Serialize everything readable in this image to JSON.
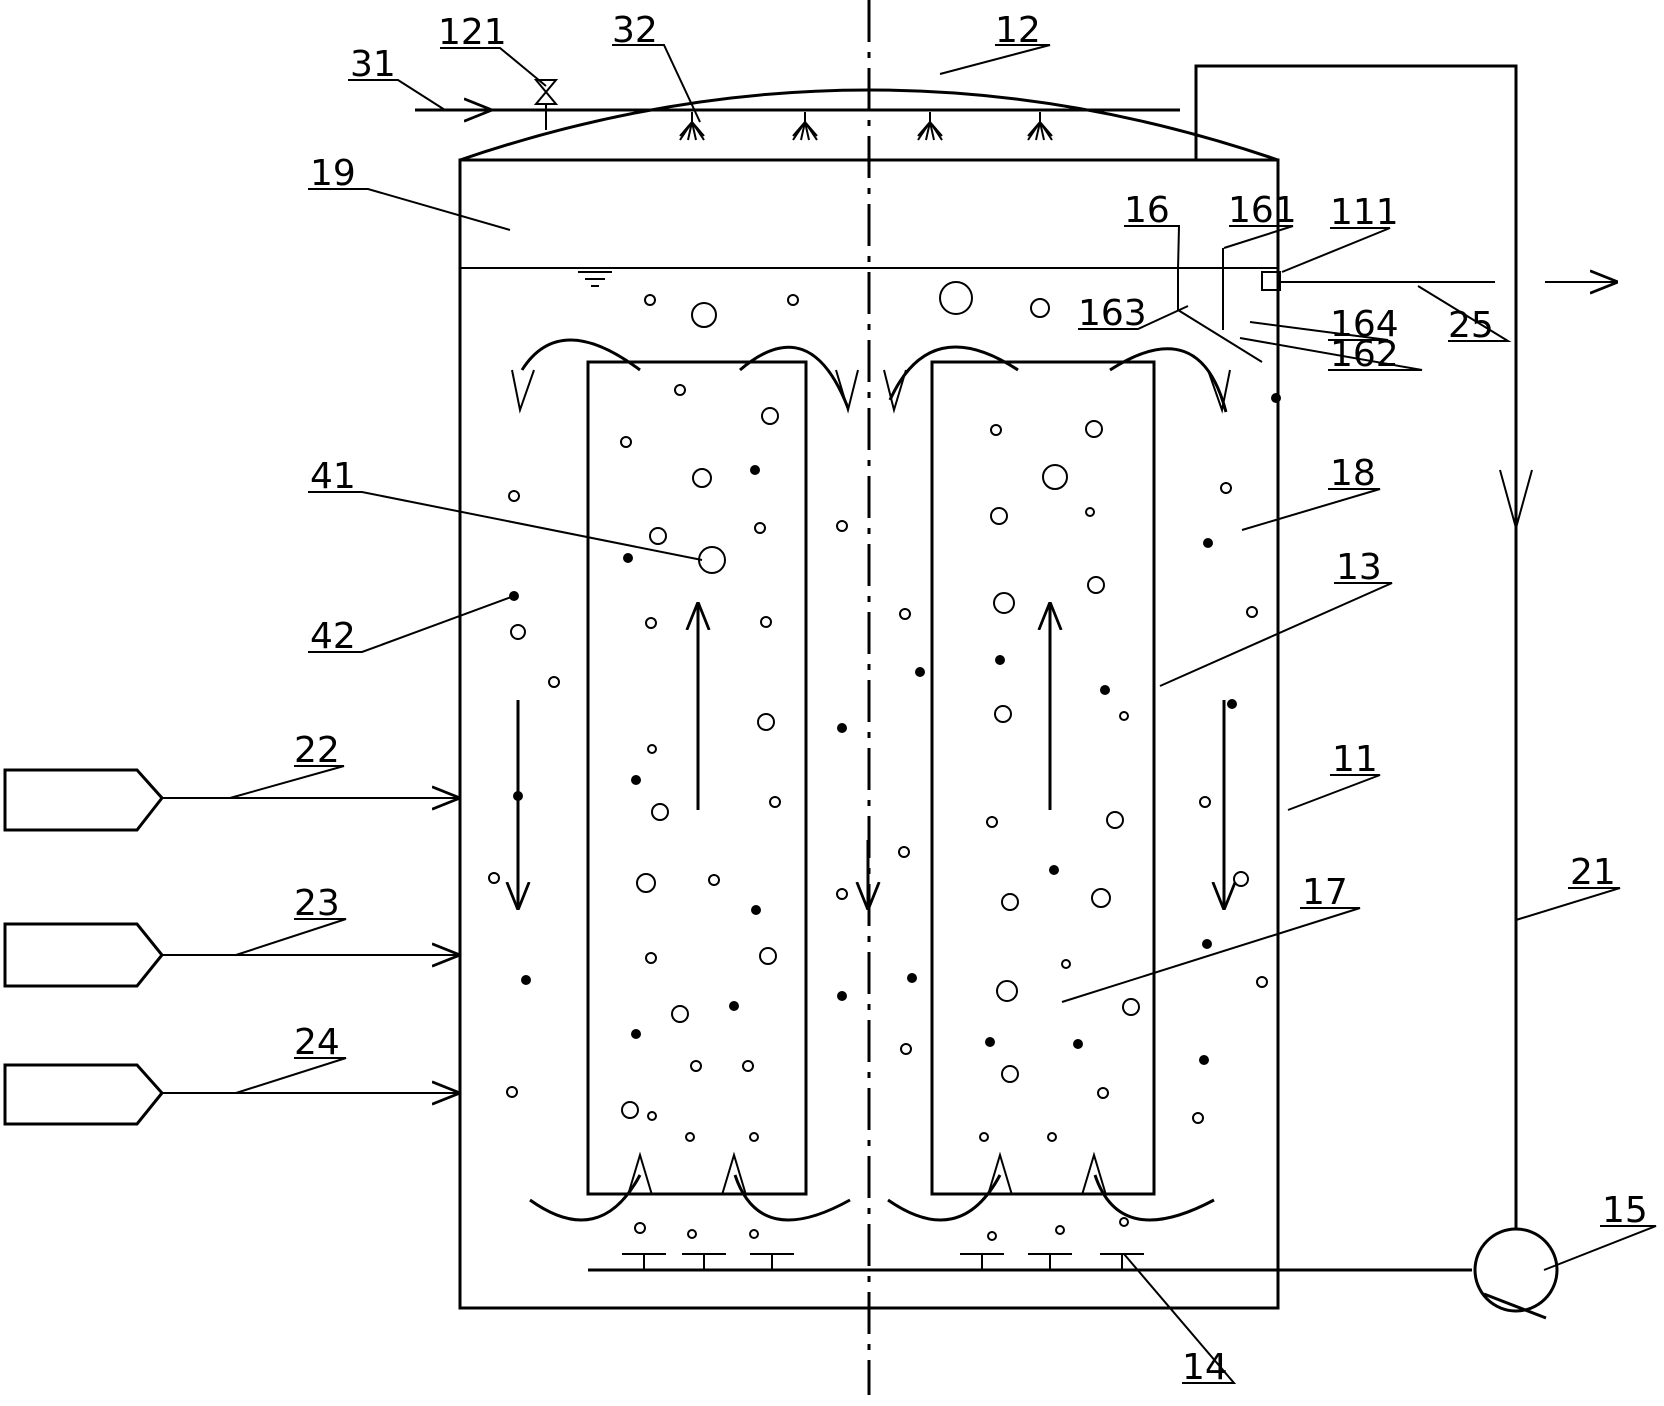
{
  "diagram": {
    "labels": {
      "l31": "31",
      "l121": "121",
      "l32": "32",
      "l12": "12",
      "l19": "19",
      "l16": "16",
      "l161": "161",
      "l111": "111",
      "l163": "163",
      "l164": "164",
      "l25": "25",
      "l162": "162",
      "l41": "41",
      "l18": "18",
      "l42": "42",
      "l13": "13",
      "l22": "22",
      "l11": "11",
      "l23": "23",
      "l21": "21",
      "l17": "17",
      "l24": "24",
      "l15": "15",
      "l14": "14"
    },
    "colors": {
      "line": "#000000",
      "background": "#ffffff"
    }
  }
}
